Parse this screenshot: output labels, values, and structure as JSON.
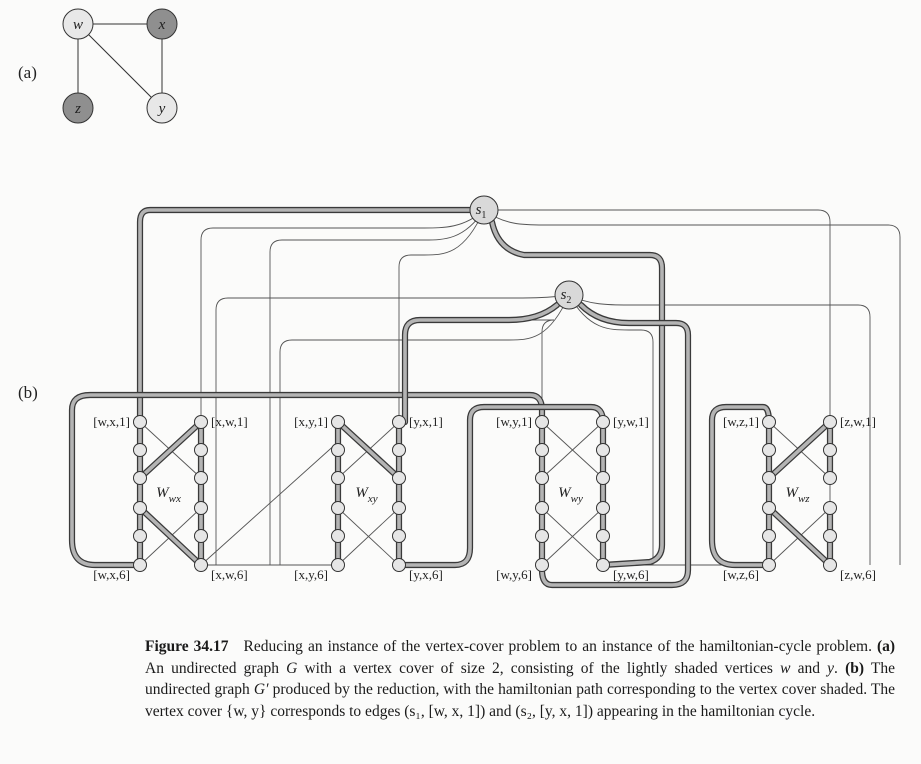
{
  "panel_a": {
    "label": "(a)",
    "nodes": [
      {
        "id": "w",
        "label": "w",
        "fill": "#e8e8e8"
      },
      {
        "id": "x",
        "label": "x",
        "fill": "#8f8f8f"
      },
      {
        "id": "z",
        "label": "z",
        "fill": "#8f8f8f"
      },
      {
        "id": "y",
        "label": "y",
        "fill": "#e8e8e8"
      }
    ],
    "edges": [
      [
        "w",
        "x"
      ],
      [
        "w",
        "z"
      ],
      [
        "w",
        "y"
      ],
      [
        "x",
        "y"
      ]
    ]
  },
  "panel_b": {
    "label": "(b)",
    "s_nodes": [
      {
        "id": "s1",
        "base": "s",
        "sub": "1"
      },
      {
        "id": "s2",
        "base": "s",
        "sub": "2"
      }
    ],
    "widgets": [
      {
        "base": "W",
        "sub": "wx",
        "labels": {
          "tl": "[w,x,1]",
          "tr": "[x,w,1]",
          "bl": "[w,x,6]",
          "br": "[x,w,6]"
        }
      },
      {
        "base": "W",
        "sub": "xy",
        "labels": {
          "tl": "[x,y,1]",
          "tr": "[y,x,1]",
          "bl": "[x,y,6]",
          "br": "[y,x,6]"
        }
      },
      {
        "base": "W",
        "sub": "wy",
        "labels": {
          "tl": "[w,y,1]",
          "tr": "[y,w,1]",
          "bl": "[w,y,6]",
          "br": "[y,w,6]"
        }
      },
      {
        "base": "W",
        "sub": "wz",
        "labels": {
          "tl": "[w,z,1]",
          "tr": "[z,w,1]",
          "bl": "[w,z,6]",
          "br": "[z,w,6]"
        }
      }
    ]
  },
  "caption": {
    "figure_label": "Figure 34.17",
    "text_1": "Reducing an instance of the vertex-cover problem to an instance of the hamiltonian-cycle problem.",
    "bold_a": "(a)",
    "text_2": "An undirected graph",
    "var_g": "G",
    "text_3": "with a vertex cover of size 2, consisting of the lightly shaded vertices",
    "var_w": "w",
    "text_and": "and",
    "var_y": "y",
    "text_4": ".",
    "bold_b": "(b)",
    "text_5": "The undirected graph",
    "var_gp": "G′",
    "text_6": "produced by the reduction, with the hamiltonian path corresponding to the vertex cover shaded. The vertex cover",
    "set_cover": "{w, y}",
    "text_7": "corresponds to edges",
    "edge_1": "(s₁, [w, x, 1])",
    "text_8": "and",
    "edge_2": "(s₂, [y, x, 1])",
    "text_9": "appearing in the hamiltonian cycle."
  }
}
